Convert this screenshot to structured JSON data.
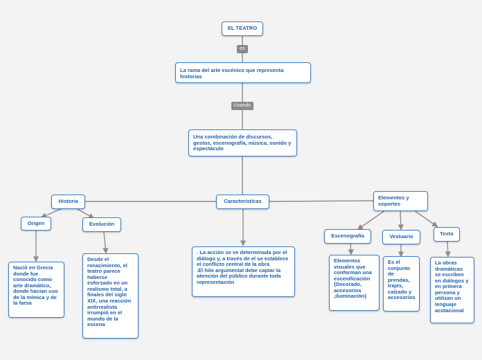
{
  "nodes": {
    "teatro": "EL TEATRO",
    "rama": "La rama del arte escénico que representa historias",
    "combinacion": "Una combinación de discursos, gestos, escenografía, música, sonido y espectáculo",
    "historia": "Historia",
    "caracteristicas": "Características",
    "elementos": "Elementos y soportes",
    "origen": "Origen",
    "evolucion": "Evolución",
    "escenografia": "Escenografía",
    "vestuario": "Vestuario",
    "texto": "Texto",
    "origen_desc": "Nació en Grecia donde fue conocido como arte dramático, donde hacían uso de la mímica y de la farsa",
    "evolucion_desc": "Desde el renacimiento, el teatro parece haberse esforzado en un realismo total, a finales del siglo XIX, una reacción antirrealista irrumpió en el mundo de la escena",
    "caracteristicas_desc": ". La acción se ve determinada por el diálogo  y, a través de el se establece el conflicto central de la obra\n.El hilo argumental debe captar la atención del público durante toda representación",
    "escenografia_desc": "Elementos visuales que conforman una escenificación {Decorado, accesorios ,iluminación}",
    "vestuario_desc": "Es el conjunto de prendas, trajes, calzado y accesorios",
    "texto_desc": "La obras dramáticas se escriben en diálogos y en primera persona y utilizan   un lenguaje acotacional"
  },
  "link_labels": {
    "es": "es",
    "usando": "Usando"
  },
  "colors": {
    "node_border": "#3b7dc4",
    "node_text": "#1f5fa6",
    "connector": "#8c8c8c",
    "label_bg": "#8a8a8a",
    "background": "#f3f3f3"
  }
}
